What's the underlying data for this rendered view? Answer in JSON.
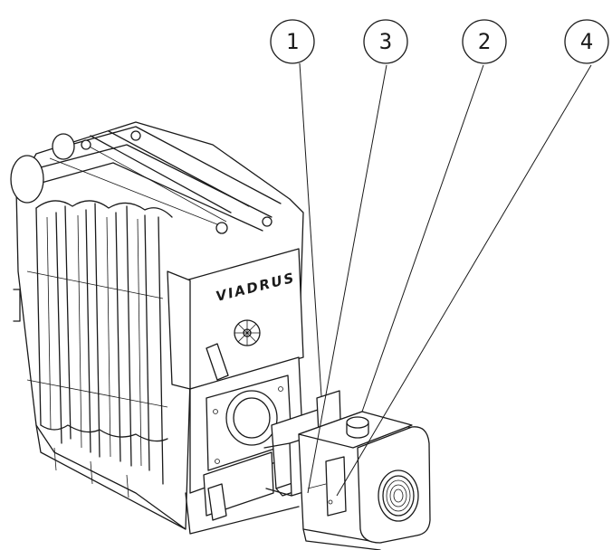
{
  "figure": {
    "brand_label": "VIADRUS",
    "callouts": [
      {
        "id": "callout-1",
        "label": "1"
      },
      {
        "id": "callout-3",
        "label": "3"
      },
      {
        "id": "callout-2",
        "label": "2"
      },
      {
        "id": "callout-4",
        "label": "4"
      }
    ],
    "colors": {
      "ink": "#1a1a1a",
      "background": "#ffffff"
    }
  }
}
